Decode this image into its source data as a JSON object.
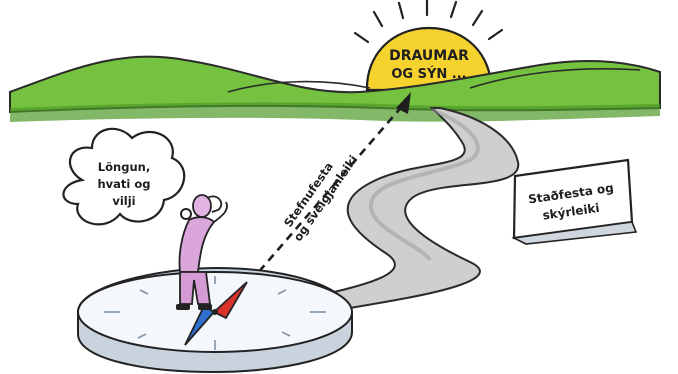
{
  "sun_text": {
    "line1": "DRAUMAR",
    "line2": "OG SÝN ..."
  },
  "thought_text": {
    "line1": "Löngun,",
    "line2": "hvati og",
    "line3": "vilji"
  },
  "arrow_text": {
    "line1": "Stefnufesta",
    "line2": "og sveigjanleiki"
  },
  "sign_text": {
    "line1": "Staðfesta og",
    "line2": "skýrleiki"
  },
  "colors": {
    "hills": "#6fbf3d",
    "hills_dark": "#4f9a2a",
    "sun": "#f6d22e",
    "road": "#c9c9c9",
    "person": "#d9a6d9",
    "compass_face": "#f4f7fb",
    "compass_edge": "#c8d3de",
    "needle_red": "#d8322a",
    "needle_blue": "#2f6fd0"
  },
  "icons": [
    "sun-icon",
    "thought-bubble-icon",
    "person-icon",
    "compass-icon",
    "sign-icon",
    "road-icon"
  ]
}
